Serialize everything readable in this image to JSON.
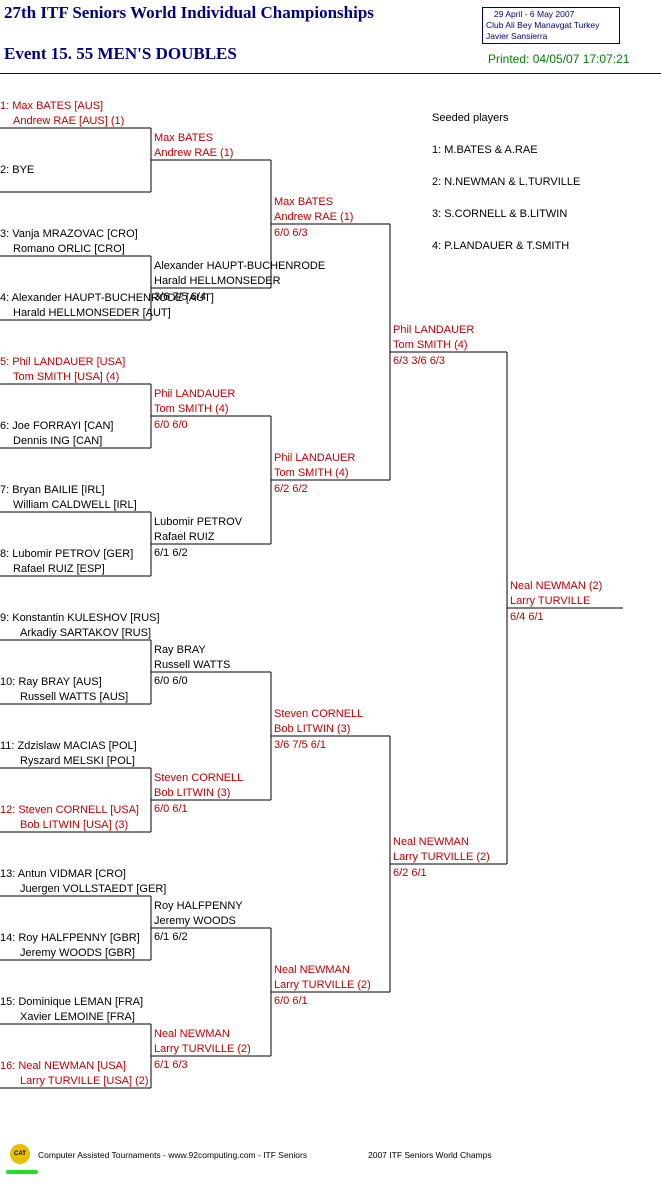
{
  "header": {
    "title": "27th ITF Seniors World Individual Championships",
    "event": "Event 15. 55 MEN'S DOUBLES",
    "info": {
      "dates": "29 April - 6 May 2007",
      "venue": "Club Ali Bey Manavgat   Turkey",
      "referee": "Javier Sansierra"
    },
    "printed": "Printed: 04/05/07 17:07:21"
  },
  "seeded": {
    "heading": "Seeded players",
    "list": [
      "1: M.BATES & A.RAE",
      "2: N.NEWMAN & L.TURVILLE",
      "3: S.CORNELL & B.LITWIN",
      "4: P.LANDAUER & T.SMITH"
    ]
  },
  "draw": [
    {
      "l1": "1: Max BATES [AUS]",
      "l2": "Andrew RAE [AUS] (1)",
      "seed": true
    },
    {
      "l1": "2: BYE",
      "l2": "",
      "seed": false
    },
    {
      "l1": "3: Vanja MRAZOVAC [CRO]",
      "l2": "Romano ORLIC [CRO]",
      "seed": false
    },
    {
      "l1": "4: Alexander HAUPT-BUCHENRODE [AUT]",
      "l2": "Harald HELLMONSEDER [AUT]",
      "seed": false
    },
    {
      "l1": "5: Phil LANDAUER [USA]",
      "l2": "Tom SMITH [USA] (4)",
      "seed": true
    },
    {
      "l1": "6: Joe FORRAYI [CAN]",
      "l2": "Dennis ING [CAN]",
      "seed": false
    },
    {
      "l1": "7: Bryan BAILIE [IRL]",
      "l2": "William CALDWELL [IRL]",
      "seed": false
    },
    {
      "l1": "8: Lubomir PETROV [GER]",
      "l2": "Rafael RUIZ [ESP]",
      "seed": false
    },
    {
      "l1": "9: Konstantin KULESHOV [RUS]",
      "l2": "Arkadiy SARTAKOV [RUS]",
      "seed": false
    },
    {
      "l1": "10: Ray BRAY [AUS]",
      "l2": "Russell WATTS [AUS]",
      "seed": false
    },
    {
      "l1": "11: Zdzislaw MACIAS [POL]",
      "l2": "Ryszard MELSKI [POL]",
      "seed": false
    },
    {
      "l1": "12: Steven CORNELL [USA]",
      "l2": "Bob LITWIN [USA] (3)",
      "seed": true
    },
    {
      "l1": "13: Antun VIDMAR [CRO]",
      "l2": "Juergen VOLLSTAEDT [GER]",
      "seed": false
    },
    {
      "l1": "14: Roy HALFPENNY [GBR]",
      "l2": "Jeremy WOODS [GBR]",
      "seed": false
    },
    {
      "l1": "15: Dominique LEMAN [FRA]",
      "l2": "Xavier LEMOINE [FRA]",
      "seed": false
    },
    {
      "l1": "16: Neal NEWMAN [USA]",
      "l2": "Larry TURVILLE [USA] (2)",
      "seed": true
    }
  ],
  "round2": [
    {
      "l1": "Max BATES",
      "l2": "Andrew RAE (1)",
      "score": "",
      "seed": true
    },
    {
      "l1": "Alexander HAUPT-BUCHENRODE",
      "l2": "Harald HELLMONSEDER",
      "score": "3/6 7/5 6/4",
      "seed": false
    },
    {
      "l1": "Phil LANDAUER",
      "l2": "Tom SMITH (4)",
      "score": "6/0 6/0",
      "seed": true
    },
    {
      "l1": "Lubomir PETROV",
      "l2": "Rafael RUIZ",
      "score": "6/1 6/2",
      "seed": false
    },
    {
      "l1": "Ray BRAY",
      "l2": "Russell WATTS",
      "score": "6/0 6/0",
      "seed": false
    },
    {
      "l1": "Steven CORNELL",
      "l2": "Bob LITWIN (3)",
      "score": "6/0 6/1",
      "seed": true
    },
    {
      "l1": "Roy HALFPENNY",
      "l2": "Jeremy WOODS",
      "score": "6/1 6/2",
      "seed": false
    },
    {
      "l1": "Neal NEWMAN",
      "l2": "Larry TURVILLE (2)",
      "score": "6/1 6/3",
      "seed": true
    }
  ],
  "quarterfinals": [
    {
      "l1": "Max BATES",
      "l2": "Andrew RAE (1)",
      "score": "6/0 6/3"
    },
    {
      "l1": "Phil LANDAUER",
      "l2": "Tom SMITH (4)",
      "score": "6/2 6/2"
    },
    {
      "l1": "Steven CORNELL",
      "l2": "Bob LITWIN (3)",
      "score": "3/6 7/5 6/1"
    },
    {
      "l1": "Neal NEWMAN",
      "l2": "Larry TURVILLE (2)",
      "score": "6/0 6/1"
    }
  ],
  "semifinals": [
    {
      "l1": "Phil LANDAUER",
      "l2": "Tom SMITH (4)",
      "score": "6/3 3/6 6/3"
    },
    {
      "l1": "Neal NEWMAN",
      "l2": "Larry TURVILLE (2)",
      "score": "6/2 6/1"
    }
  ],
  "final": {
    "l1": "Neal NEWMAN (2)",
    "l2": "Larry TURVILLE",
    "score": "6/4 6/1"
  },
  "footer": {
    "logo": "CAT",
    "left": "Computer Assisted Tournaments - www.92computing.com -  ITF Seniors",
    "right": "2007 ITF Seniors World Champs"
  }
}
